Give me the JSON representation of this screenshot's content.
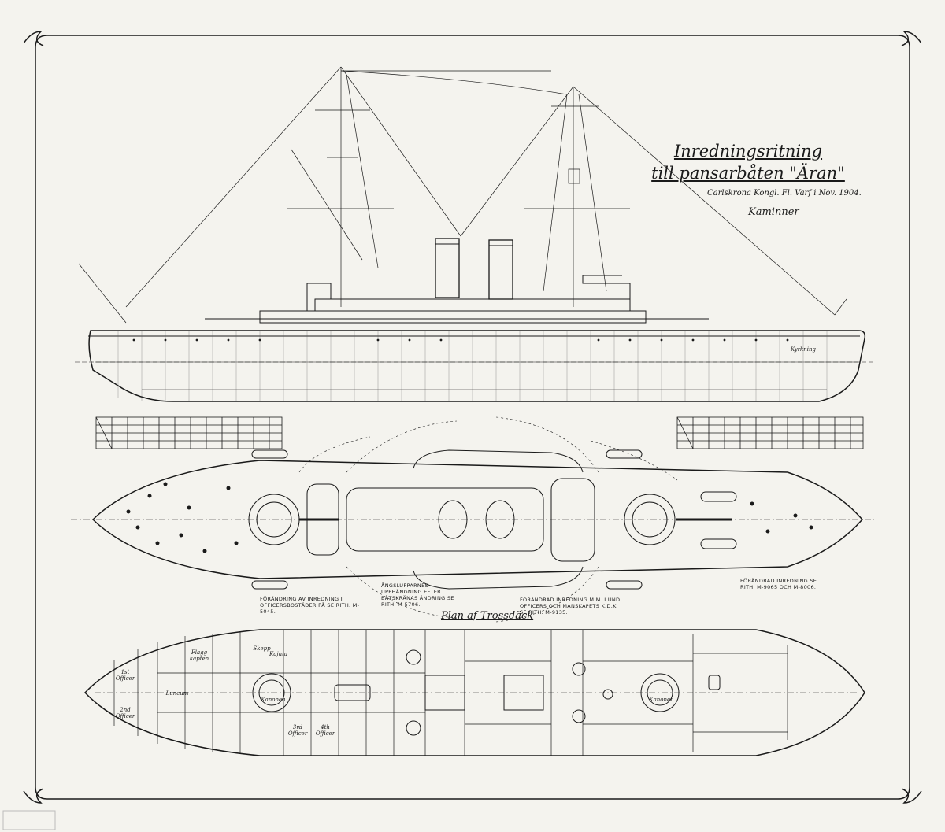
{
  "drawing": {
    "title_line1": "Inredningsritning",
    "title_line2": "till pansarbåten \"Äran\"",
    "subtitle": "Carlskrona Kongl. Fl. Varf i Nov. 1904.",
    "signature": "Kaminner"
  },
  "notes": {
    "change_officers": "Förändring av inredning i officersbostäder på se rith. m-5045.",
    "boat_hoist": "Ångslupparnes upphängning efter båtskränas ändring se rith. m-5706.",
    "change_mess": "Förändrad inredning m.m. i und. officers och manskapets k.d.k. se rith. m-9135.",
    "change_bow": "Förändrad inredning se rith. m-9065 och m-8006."
  },
  "plan_label": "Plan af Trossdäck",
  "rooms": [
    {
      "id": "kyrkning",
      "text": "Kyrkning"
    },
    {
      "id": "luncum",
      "text": "Luncum"
    },
    {
      "id": "kanonen-aft",
      "text": "Kanonen"
    },
    {
      "id": "kanonen-fwd",
      "text": "Kanonen"
    },
    {
      "id": "officer-1",
      "text": "1st Officer"
    },
    {
      "id": "officer-2",
      "text": "2nd Officer"
    },
    {
      "id": "officer-3",
      "text": "3rd Officer"
    },
    {
      "id": "officer-4",
      "text": "4th Officer"
    },
    {
      "id": "skepp",
      "text": "Skepp"
    },
    {
      "id": "kajuta",
      "text": "Kajuta"
    },
    {
      "id": "flagg",
      "text": "Flagg kapten"
    }
  ],
  "colors": {
    "paper": "#f4f3ee",
    "ink": "#1a1a1a",
    "faint": "#8a8a8a"
  }
}
